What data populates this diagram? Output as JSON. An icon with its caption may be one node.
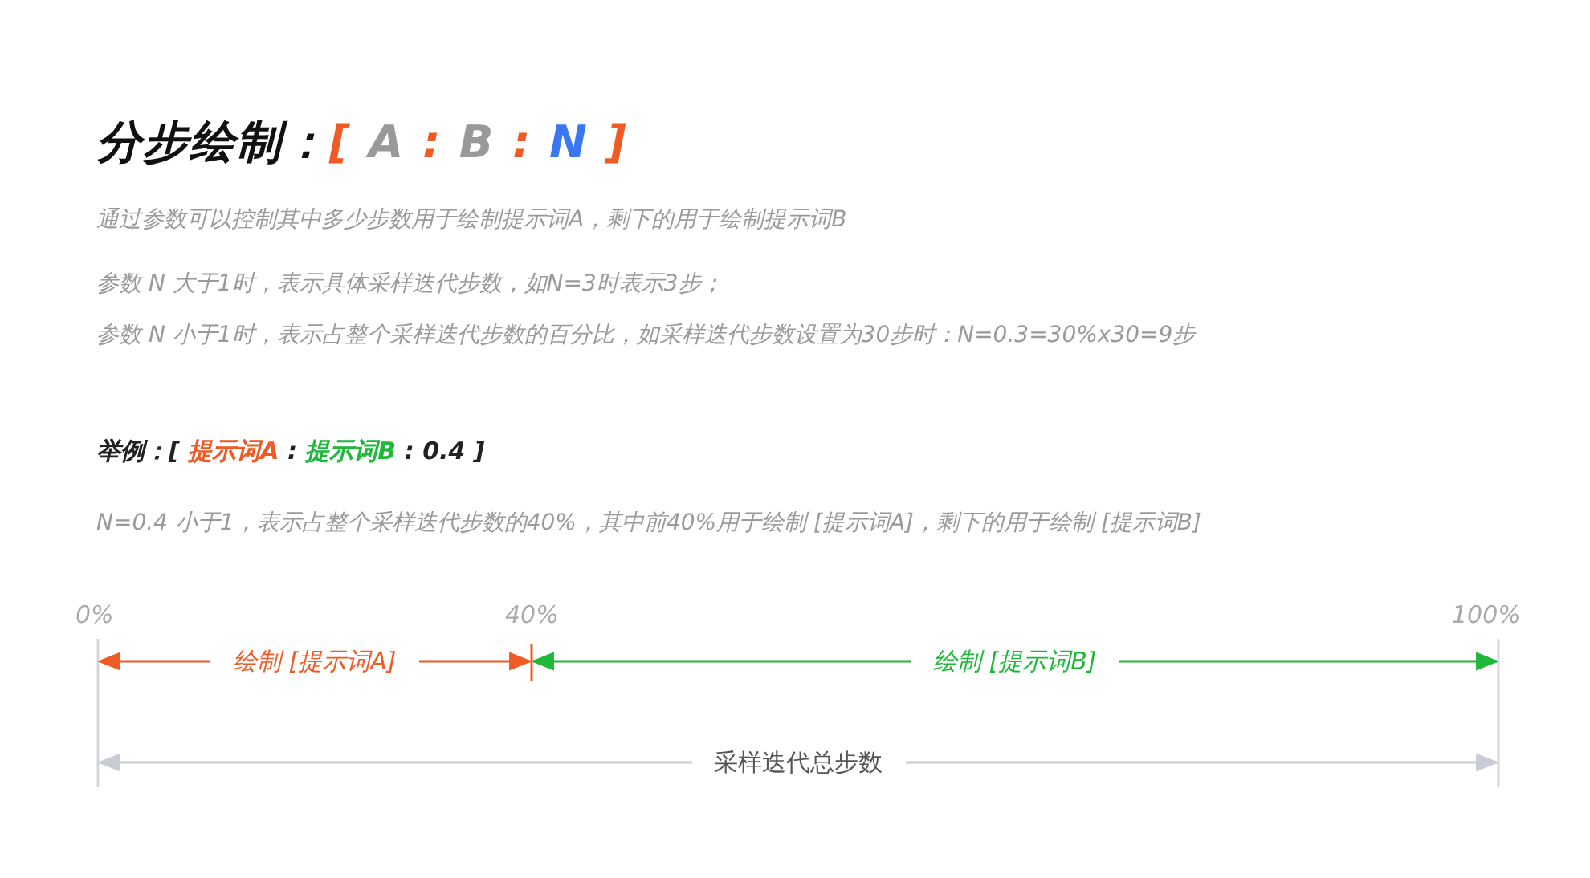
{
  "diagram": {
    "title": "分步绘制：[ A : B : N ]",
    "labels": [
      "通过参数可以控制其中多少步数用于绘制提示词A，剩下的用于绘制提示词B",
      "参数 N 大于1时，表示具体采样迭代步数，如N=3时表示3步；",
      "参数 N 小于1时，表示占整个采样迭代步数的百分比，如采样迭代步数设置为30步时：N=0.3=30%x30=9步",
      "举例：[ 提示词A : 提示词B : 0.4 ]",
      "N=0.4 小于1，表示占整个采样迭代步数的40%，其中前40%用于绘制 [提示词A]，剩下的用于绘制 [提示词B]",
      "0%",
      "40%",
      "100%",
      "绘制 [提示词A]",
      "绘制 [提示词B]",
      "采样迭代总步数"
    ]
  }
}
